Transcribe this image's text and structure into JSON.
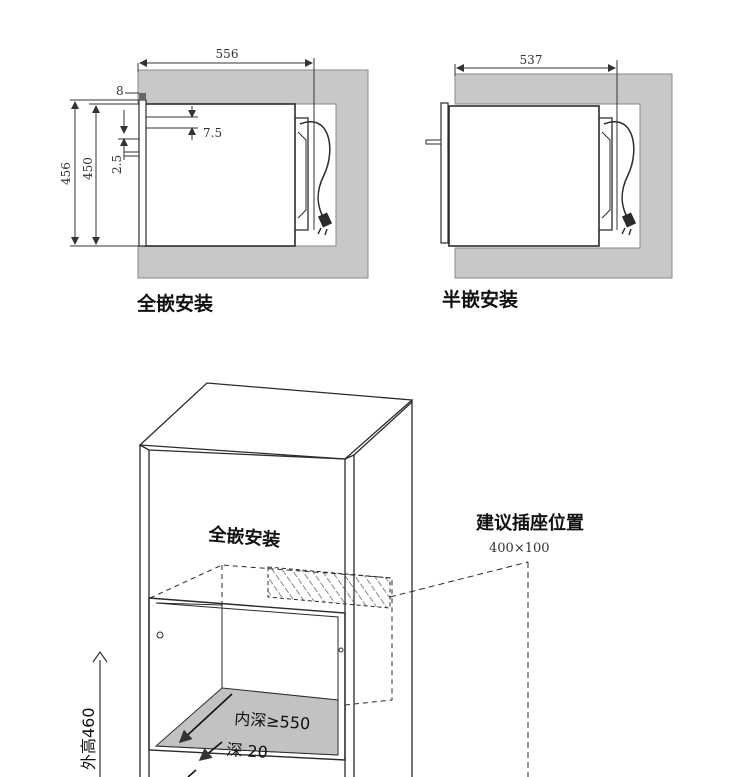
{
  "top_left": {
    "width_dim": "556",
    "gap_dim": "8",
    "inner_dim": "7.5",
    "height_outer": "456",
    "height_inner": "450",
    "offset_dim": "2.5",
    "caption": "全嵌安装"
  },
  "top_right": {
    "width_dim": "537",
    "caption": "半嵌安装"
  },
  "bottom": {
    "title": "全嵌安装",
    "socket_label": "建议插座位置",
    "socket_size": "400×100",
    "depth_inner": "内深≥550",
    "depth_front": "深 20",
    "outer_height": "外高460"
  },
  "colors": {
    "wall": "#c8c8c8",
    "wall_dark": "#b5b5b5",
    "line": "#2b2b2b",
    "cavity_floor": "#c2c2c2"
  }
}
